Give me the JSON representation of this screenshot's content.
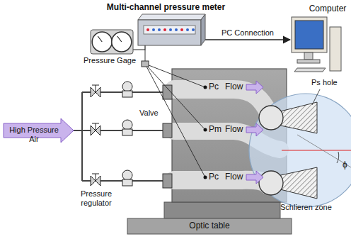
{
  "diagram": {
    "nodes": [
      {
        "text": [
          "Multi-channel pressure meter"
        ]
      },
      {
        "text": [
          "Computer"
        ]
      },
      {
        "text": [
          "Pressure Gage"
        ]
      },
      {
        "text": [
          "Optic table"
        ]
      }
    ],
    "edges": [
      {
        "from": 0,
        "to": 1,
        "arrow": "to",
        "label": "PC Connection"
      },
      {
        "from": 2,
        "to": 0,
        "arrow": "none"
      }
    ],
    "labels": [
      "High Pressure Air",
      "Valve",
      "Pressure regulator",
      "Pc",
      "Flow",
      "Pm",
      "Flow",
      "Pc",
      "Flow",
      "Ps hole",
      "Schlieren zone",
      "ϕ"
    ]
  }
}
